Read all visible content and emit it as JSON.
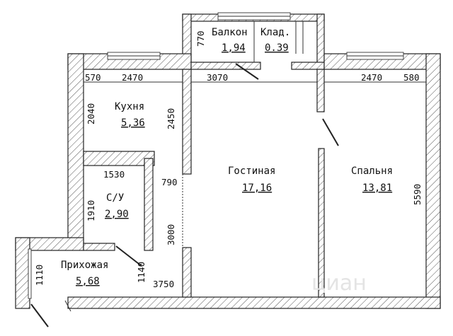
{
  "rooms": {
    "balcony": {
      "name": "Балкон",
      "area": "1,94"
    },
    "storage": {
      "name": "Клад.",
      "area": "0.39"
    },
    "kitchen": {
      "name": "Кухня",
      "area": "5,36"
    },
    "living": {
      "name": "Гостиная",
      "area": "17,16"
    },
    "bedroom": {
      "name": "Спальня",
      "area": "13,81"
    },
    "bathroom": {
      "name": "С/У",
      "area": "2,90"
    },
    "hallway": {
      "name": "Прихожая",
      "area": "5,68"
    }
  },
  "dimensions": {
    "balcony_depth": "770",
    "kitchen_left": "570",
    "kitchen_width": "2470",
    "kitchen_depth": "2040",
    "kitchen_wall": "2450",
    "living_width": "3070",
    "bedroom_width": "2470",
    "bedroom_right": "580",
    "bath_width": "1530",
    "bath_depth": "1910",
    "passage": "790",
    "hall_wall": "3000",
    "hall_depth": "1110",
    "hall_door": "1140",
    "hall_width": "3750",
    "bedroom_depth": "5590"
  },
  "watermark": "циан"
}
